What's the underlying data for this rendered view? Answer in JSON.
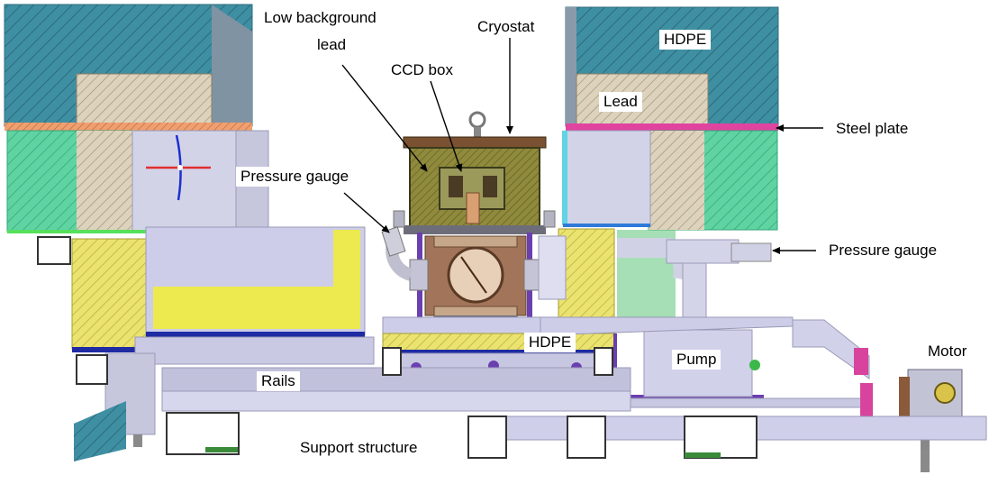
{
  "labels": {
    "low_background_lead_line1": "Low background",
    "low_background_lead_line2": "lead",
    "cryostat": "Cryostat",
    "ccd_box": "CCD box",
    "hdpe_top": "HDPE",
    "lead": "Lead",
    "steel_plate": "Steel plate",
    "pressure_gauge_left": "Pressure gauge",
    "pressure_gauge_right": "Pressure gauge",
    "hdpe_bottom": "HDPE",
    "pump": "Pump",
    "motor": "Motor",
    "rails": "Rails",
    "support_structure": "Support structure"
  },
  "colors": {
    "hdpe_teal": "#3f8fa3",
    "lead_hatch": "#d8cfb8",
    "green_shield": "#5fd4a2",
    "yellow_hdpe": "#e9e070",
    "lavender_metal": "#cfd0ec",
    "steel_plate_magenta": "#e0449f",
    "copper": "#8a5a3a",
    "olive_lead": "#8f8a3c",
    "dark_frame": "#3a3a3a"
  }
}
